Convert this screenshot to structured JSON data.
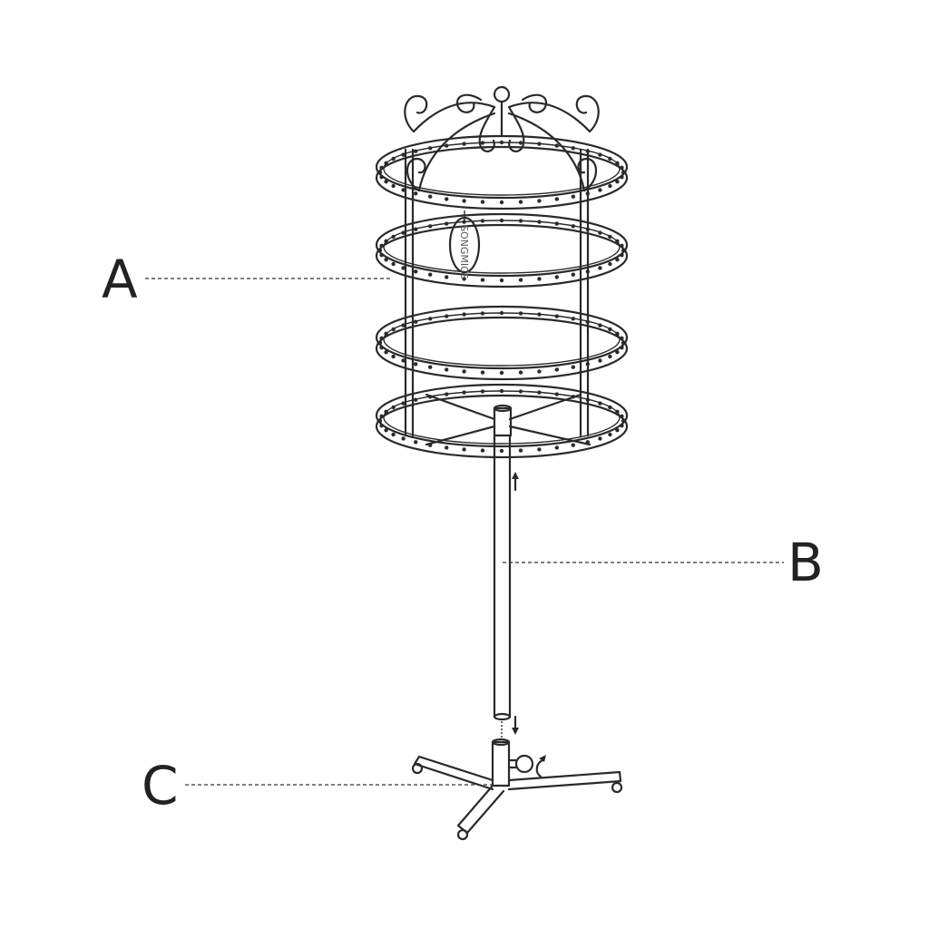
{
  "callouts": {
    "a": "A",
    "b": "B",
    "c": "C"
  },
  "tag": {
    "brand": "SONGMICS"
  },
  "colors": {
    "ink": "#2a2a2a",
    "background": "#ffffff"
  }
}
